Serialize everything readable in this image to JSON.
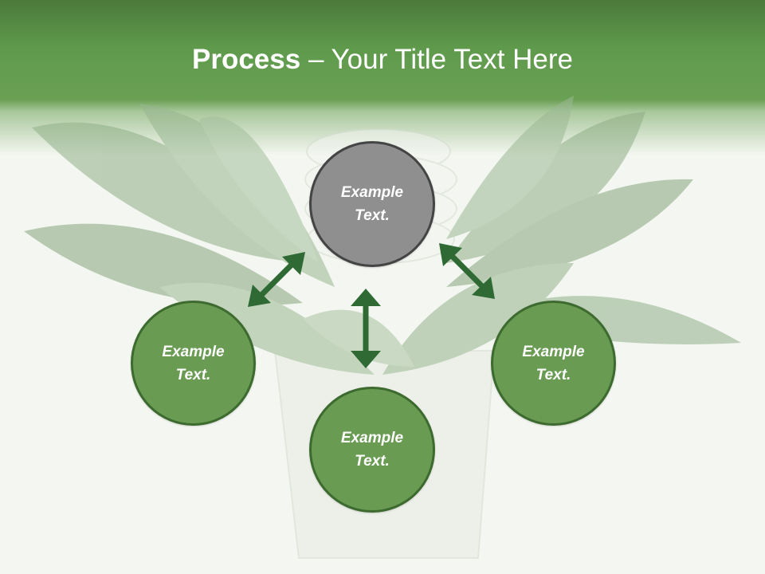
{
  "slide": {
    "title_bold": "Process",
    "title_rest": " – Your Title Text Here"
  },
  "nodes": [
    {
      "line1": "Example",
      "line2": "Text."
    },
    {
      "line1": "Example",
      "line2": "Text."
    },
    {
      "line1": "Example",
      "line2": "Text."
    },
    {
      "line1": "Example",
      "line2": "Text."
    }
  ],
  "colors": {
    "header": "#5f9a4c",
    "node_fill": "#699b53",
    "node_center_fill": "#8f8f8f",
    "arrow": "#2f6a34"
  }
}
